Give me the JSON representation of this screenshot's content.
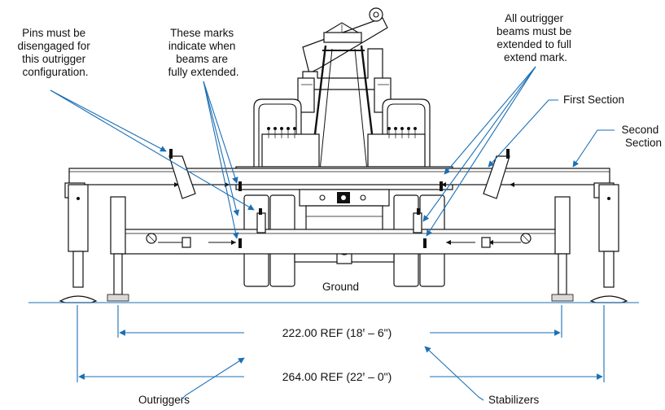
{
  "callouts": {
    "pins": [
      "Pins must be",
      "disengaged for",
      "this outrigger",
      "configuration."
    ],
    "marks": [
      "These marks",
      "indicate when",
      "beams are",
      "fully extended."
    ],
    "extend": [
      "All outrigger",
      "beams must be",
      "extended to full",
      "extend mark."
    ],
    "first_section": "First Section",
    "second_section": [
      "Second",
      "Section"
    ],
    "ground": "Ground",
    "outriggers": "Outriggers",
    "stabilizers": "Stabilizers"
  },
  "dimensions": {
    "inner": "222.00 REF (18ꞌ – 6\")",
    "outer": "264.00 REF (22ꞌ – 0\")"
  },
  "colors": {
    "leader": "#1a6fb5",
    "line": "#111111"
  }
}
